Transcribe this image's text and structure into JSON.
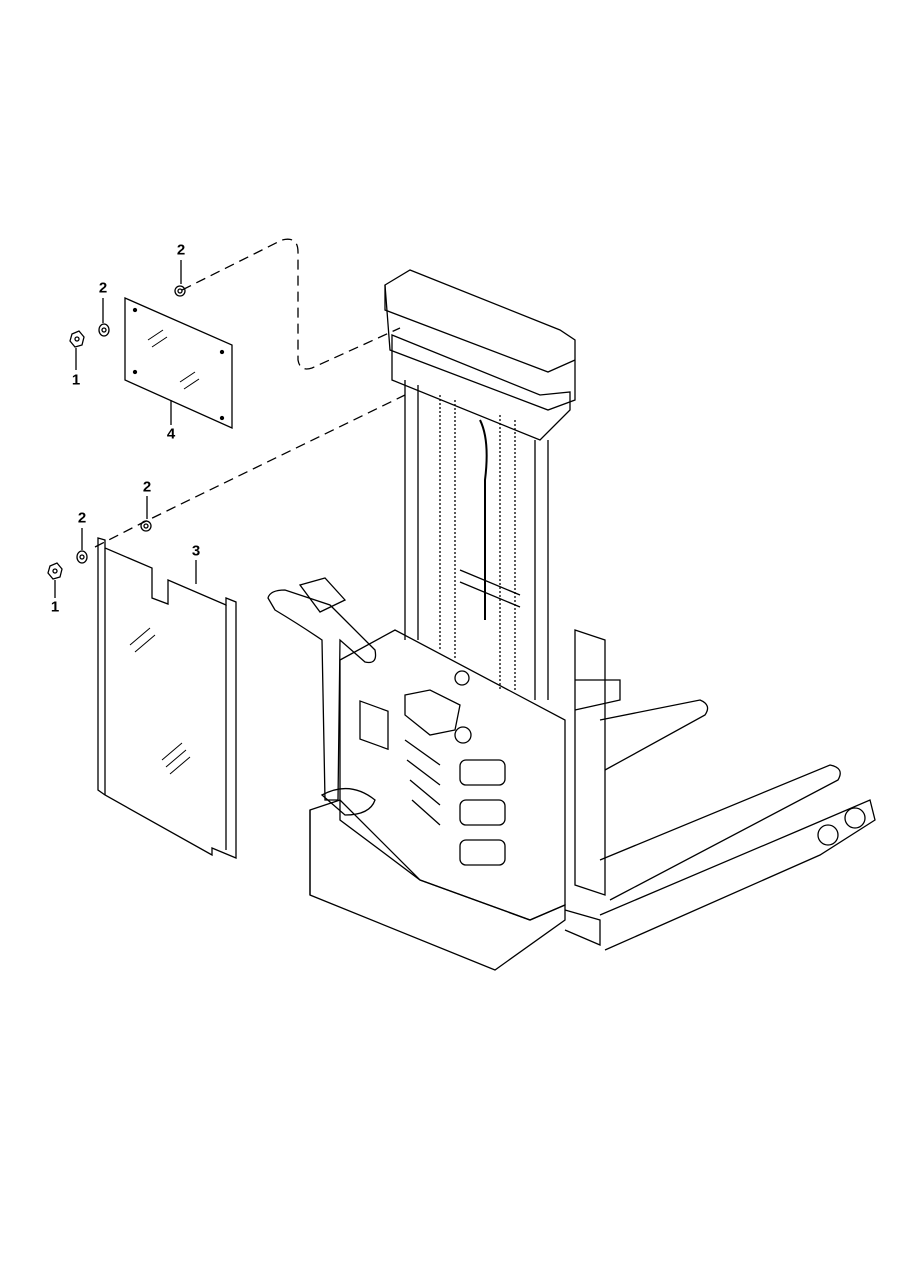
{
  "diagram": {
    "type": "exploded-parts-view",
    "callouts": {
      "upper_washer_right": "2",
      "upper_washer_left": "2",
      "upper_nut": "1",
      "upper_panel": "4",
      "lower_washer_right": "2",
      "lower_washer_left": "2",
      "lower_nut": "1",
      "lower_panel": "3"
    }
  }
}
